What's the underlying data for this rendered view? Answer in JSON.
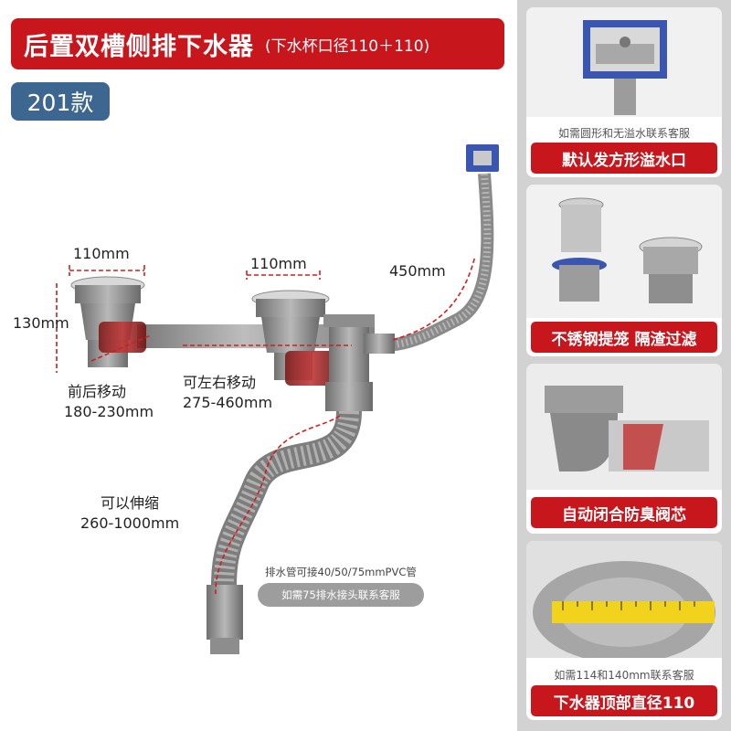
{
  "header": {
    "title": "后置双槽侧排下水器",
    "subtitle": "(下水杯口径110＋110)"
  },
  "model": "201款",
  "diagram": {
    "dim_left_width": "110mm",
    "dim_left_height": "130mm",
    "dim_mid_width": "110mm",
    "dim_overflow_hose": "450mm",
    "front_back_label": "前后移动",
    "front_back_range": "180-230mm",
    "left_right_label": "可左右移动",
    "left_right_range": "275-460mm",
    "extend_label": "可以伸缩",
    "extend_range": "260-1000mm",
    "pipe_note": "排水管可接40/50/75mmPVC管",
    "pipe_note2": "如需75排水接头联系客服"
  },
  "panels": [
    {
      "note": "如需圆形和无溢水联系客服",
      "label": "默认发方形溢水口",
      "icon": "square-overflow-icon"
    },
    {
      "note": "",
      "label": "不锈钢提笼 隔渣过滤",
      "icon": "strainer-basket-icon"
    },
    {
      "note": "",
      "label": "自动闭合防臭阀芯",
      "icon": "anti-odor-valve-icon"
    },
    {
      "note": "如需114和140mm联系客服",
      "label": "下水器顶部直径110",
      "icon": "measuring-tape-icon"
    }
  ],
  "colors": {
    "brand_red": "#c8161d",
    "badge_blue": "#3d6790",
    "pipe_grey": "#8c8c8c",
    "sidebar_grey": "#d2d2d2"
  }
}
